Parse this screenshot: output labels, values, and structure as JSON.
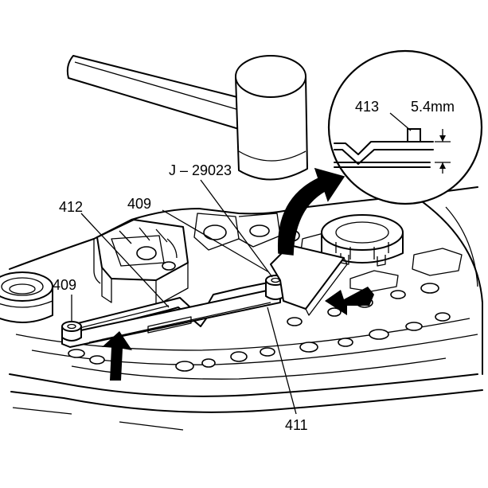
{
  "callouts": {
    "hammer_tool": "J – 29023",
    "bolt_upper": "409",
    "bolt_left": "409",
    "spring_plate": "412",
    "check_ball_plate": "411",
    "detail_part": "413",
    "detail_dimension": "5.4mm"
  }
}
